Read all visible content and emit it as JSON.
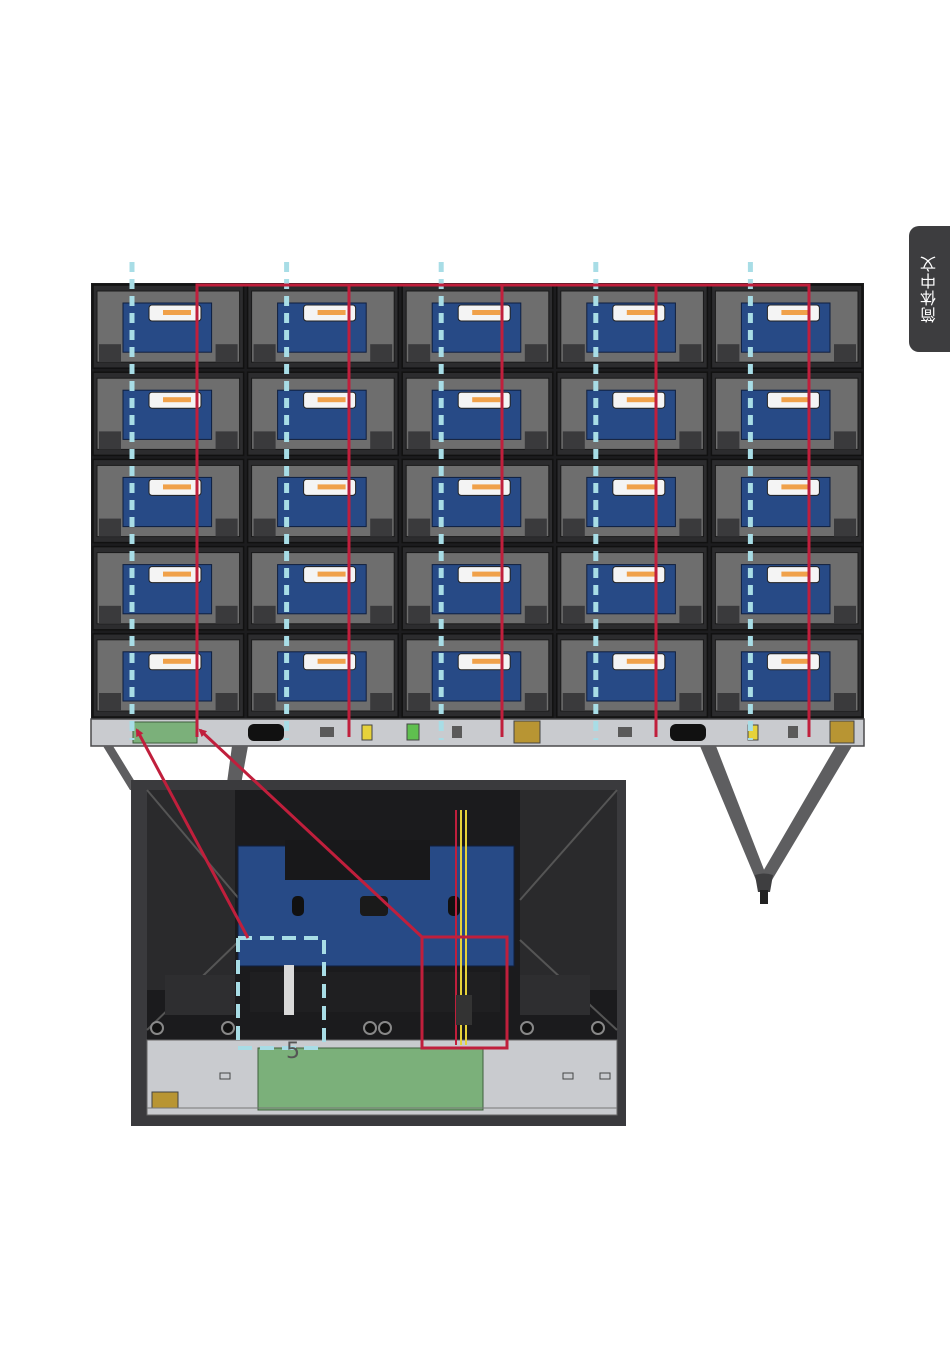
{
  "language_tab": {
    "label": "简体中文"
  },
  "wall": {
    "columns": 5,
    "rows": 5
  },
  "callout": {
    "connector_label": "5"
  },
  "colors": {
    "cable_power": "#c01f3c",
    "cable_data": "#a8dde6",
    "module_blue": "#274a86",
    "cabinet_gray": "#6e6e6e",
    "frame_dark": "#232325",
    "control_board": "#7bb07a",
    "psu_gold": "#b89533",
    "rail_gray": "#c9cbcf"
  }
}
